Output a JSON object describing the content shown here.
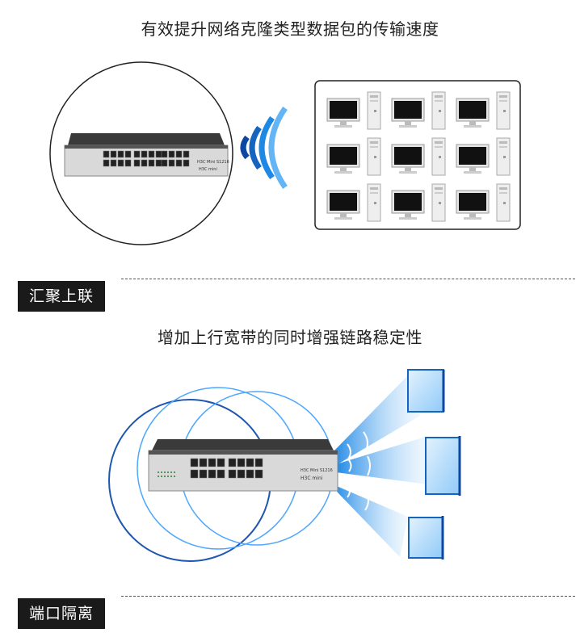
{
  "section1": {
    "caption": "有效提升网络克隆类型数据包的传输速度",
    "label": "汇聚上联"
  },
  "section2": {
    "caption": "增加上行宽带的同时增强链路稳定性",
    "label": "端口隔离"
  },
  "switch": {
    "brand": "H3C mini",
    "model": "H3C Mini S1216"
  },
  "colors": {
    "wave_dark": "#0d47a1",
    "wave_mid": "#1565c0",
    "wave_light": "#42a5f5",
    "ring_dark": "#1e56b0",
    "ring_light": "#4da6ff",
    "beam": "#2b8ef0",
    "label_bg": "#1a1a1a"
  }
}
